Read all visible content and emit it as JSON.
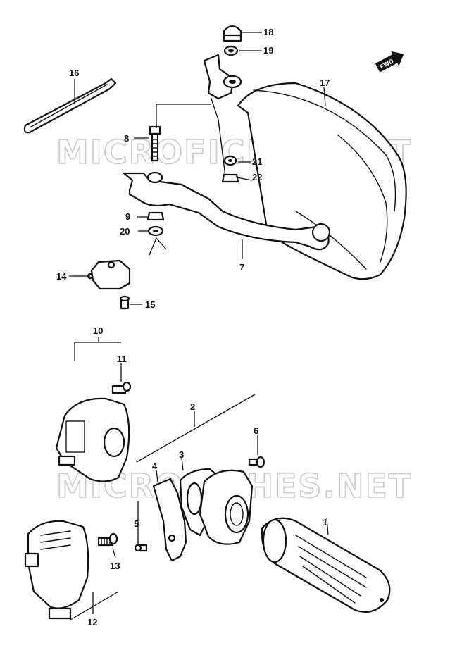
{
  "watermark": "MICROFICHES.NET",
  "fwd_label": "FWD",
  "callouts": {
    "p1": "1",
    "p2": "2",
    "p3": "3",
    "p4": "4",
    "p5": "5",
    "p6": "6",
    "p7": "7",
    "p8": "8",
    "p9": "9",
    "p10": "10",
    "p11": "11",
    "p12": "12",
    "p13": "13",
    "p14": "14",
    "p15": "15",
    "p16": "16",
    "p17": "17",
    "p18": "18",
    "p19": "19",
    "p20": "20",
    "p21": "21",
    "p22": "22"
  },
  "colors": {
    "ink": "#111111",
    "paper": "#ffffff",
    "watermark": "#c9c9c9"
  }
}
